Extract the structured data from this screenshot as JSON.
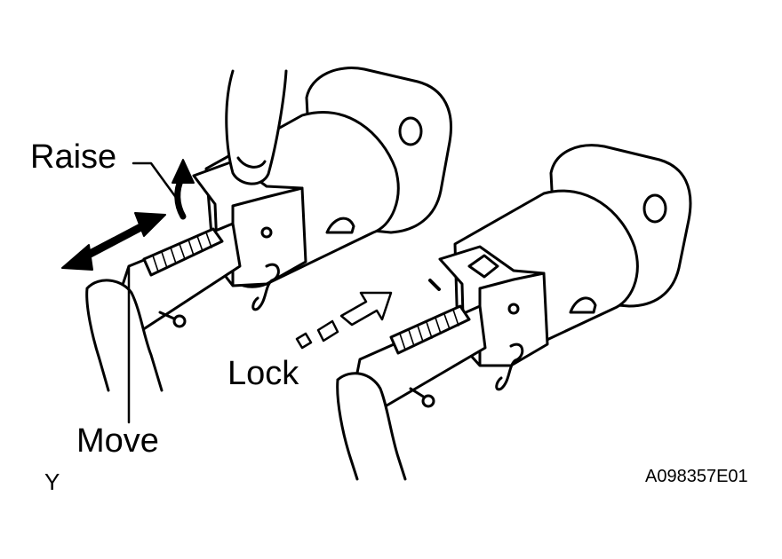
{
  "labels": {
    "raise": "Raise",
    "move": "Move",
    "lock": "Lock",
    "view": "Y",
    "figure_code": "A098357E01"
  },
  "colors": {
    "line": "#000000",
    "background": "#ffffff",
    "fill": "#ffffff"
  },
  "icons": {
    "raise_arrow": "curved-up-arrow-icon",
    "move_arrow": "double-headed-arrow-icon",
    "lock_arrow": "hollow-dashed-arrow-icon"
  }
}
